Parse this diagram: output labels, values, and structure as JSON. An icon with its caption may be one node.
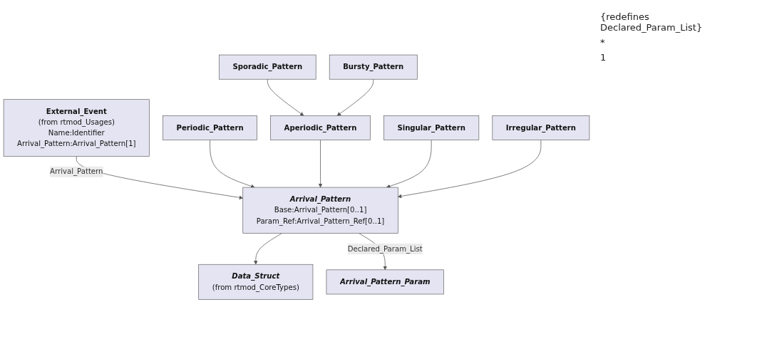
{
  "diagram": {
    "nodes": [
      {
        "text": [
          "External_Event",
          "(from rtmod_Usages)",
          "Name:Identifier",
          "Arrival_Pattern:Arrival_Pattern[1]"
        ]
      },
      {
        "text": [
          "Data_Struct",
          "(from rtmod_CoreTypes)"
        ]
      },
      {
        "text": [
          "Arrival_Pattern",
          "Base:Arrival_Pattern[0..1]",
          "Param_Ref:Arrival_Pattern_Ref[0..1]"
        ]
      },
      {
        "text": [
          "Arrival_Pattern_Param"
        ]
      },
      {
        "text": [
          "Periodic_Pattern"
        ]
      },
      {
        "text": [
          "Aperiodic_Pattern"
        ]
      },
      {
        "text": [
          "Singular_Pattern"
        ]
      },
      {
        "text": [
          "Irregular_Pattern"
        ]
      },
      {
        "text": [
          "Sporadic_Pattern"
        ]
      },
      {
        "text": [
          "Bursty_Pattern"
        ]
      }
    ],
    "edges": [
      {
        "from": 2,
        "to": 1,
        "arrow": "to"
      },
      {
        "from": 0,
        "to": 2,
        "label": "Arrival_Pattern",
        "arrow": "to"
      },
      {
        "from": 2,
        "to": 3,
        "label": "Declared_Param_List",
        "arrow": "to"
      },
      {
        "from": 4,
        "to": 2,
        "arrow": "to"
      },
      {
        "from": 5,
        "to": 2,
        "arrow": "to"
      },
      {
        "from": 6,
        "to": 2,
        "arrow": "to"
      },
      {
        "from": 7,
        "to": 2,
        "arrow": "to"
      },
      {
        "from": 8,
        "to": 5,
        "arrow": "to"
      },
      {
        "from": 9,
        "to": 5,
        "arrow": "to"
      }
    ],
    "labels": [
      "{redefines Declared_Param_List}",
      "*",
      "1"
    ]
  }
}
